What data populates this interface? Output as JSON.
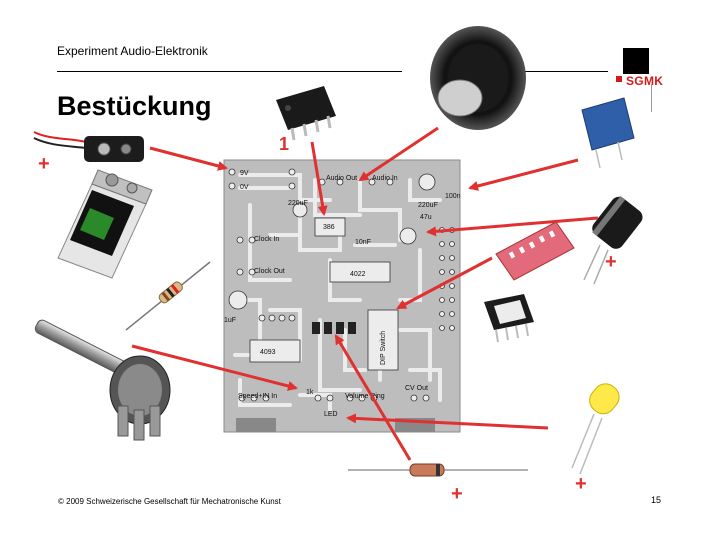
{
  "header": {
    "title": "Experiment Audio-Elektronik"
  },
  "logo": {
    "text": "SGMK"
  },
  "slide": {
    "title": "Bestückung"
  },
  "markers": {
    "plus": "+",
    "one": "1"
  },
  "pcb_labels": {
    "v9": "9V",
    "v0": "0V",
    "audio_out": "Audio Out",
    "audio_in": "Audio In",
    "cap_220_a": "220uF",
    "cap_220_b": "220uF",
    "cap_100n": "100n",
    "cap_47": "47u",
    "ic386": "386",
    "cap_10n": "10nF",
    "clock_in": "Clock In",
    "clock_out": "Clock Out",
    "ic4022": "4022",
    "cap_1u": "1uF",
    "ic4093": "4093",
    "dip_sw": "DIP Switch",
    "res_1k": "1k",
    "cv_out": "CV Out",
    "speed_in": "Speed+IN In",
    "volume": "Volume Ring",
    "led": "LED"
  },
  "footer": {
    "copyright": "© 2009 Schweizerische Gesellschaft für Mechatronische Kunst",
    "page_number": "15"
  },
  "colors": {
    "accent_red": "#e03030",
    "logo_red": "#d21a1a"
  }
}
